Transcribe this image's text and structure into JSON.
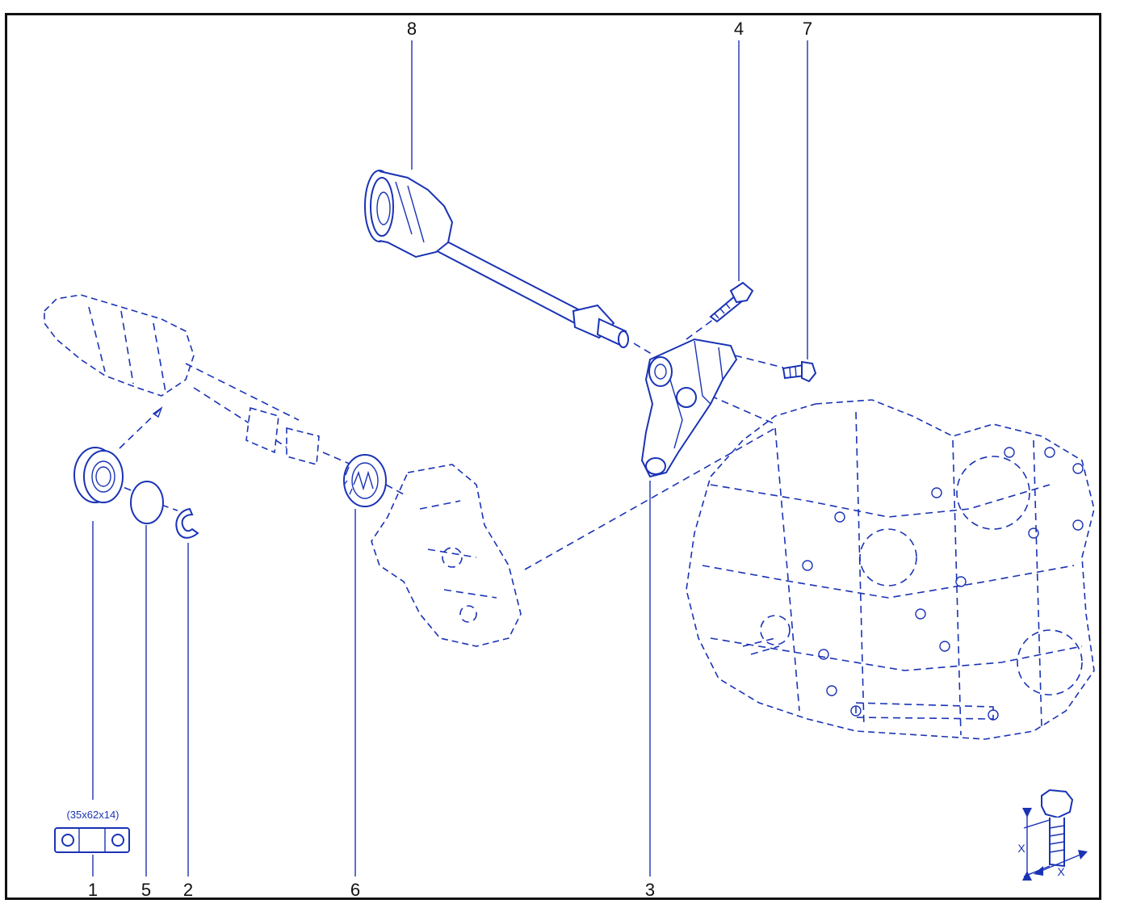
{
  "labels": {
    "p1": "1",
    "p2": "2",
    "p3": "3",
    "p4": "4",
    "p5": "5",
    "p6": "6",
    "p7": "7",
    "p8": "8"
  },
  "bearing_spec": "(35x62x14)",
  "torque_symbol": {
    "x_left": "X",
    "x_bottom": "X"
  },
  "colors": {
    "line": "#1a33b5",
    "text": "#111111",
    "frame": "#111111"
  }
}
